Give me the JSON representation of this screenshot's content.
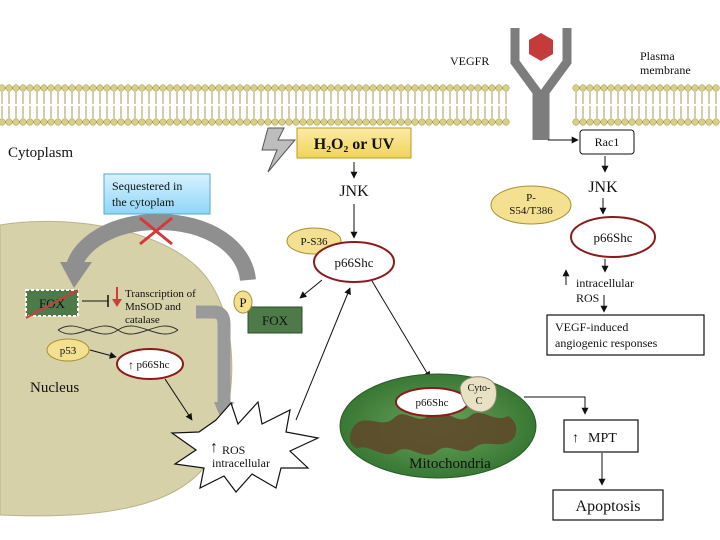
{
  "labels": {
    "vegfr": "VEGFR",
    "plasma_membrane_line1": "Plasma",
    "plasma_membrane_line2": "membrane",
    "cytoplasm": "Cytoplasm",
    "stimulus": "H₂O₂ or UV",
    "jnk_center": "JNK",
    "p_s36": "P-S36",
    "p66shc_center": "p66Shc",
    "rac1": "Rac1",
    "jnk_right": "JNK",
    "p_s54_line1": "P-",
    "p_s54_line2": "S54/T386",
    "p66shc_right": "p66Shc",
    "intracellular_right": "intracellular",
    "ros_right": "ROS",
    "vegf_line1": "VEGF-induced",
    "vegf_line2": "angiogenic responses",
    "sequestered_line1": "Sequestered in",
    "sequestered_line2": "the cytoplam",
    "fox_nucleus": "FOX",
    "transcription_line1": "Transcription of",
    "transcription_line2": "MnSOD and",
    "transcription_line3": "catalase",
    "p53": "p53",
    "p66shc_nucleus": "p66Shc",
    "nucleus": "Nucleus",
    "phospho_p": "P",
    "fox_cyto": "FOX",
    "ros_burst_line1": "ROS",
    "ros_burst_line2": "intracellular",
    "p66shc_mito": "p66Shc",
    "cytoc_line1": "Cyto-",
    "cytoc_line2": "C",
    "mitochondria": "Mitochondria",
    "mpt": "MPT",
    "apoptosis": "Apoptosis"
  },
  "colors": {
    "membrane_head": "#d8cf86",
    "membrane_tail": "#a89a55",
    "nucleus": "#d6d1a8",
    "mitochondria": "#3f8a3b",
    "mitochondria_inner": "#5e4a2a",
    "stimulus_box": "#f7e07a",
    "sequestered_box": "#aee4fb",
    "fox_box": "#4e7a4a",
    "phospho": "#f3e191",
    "protein_outline": "#8b1a1a",
    "receptor": "#8c8c8c",
    "ligand": "#c23b3b",
    "inhibit_cross": "#d43a3a",
    "down_arrow": "#d43a3a"
  }
}
